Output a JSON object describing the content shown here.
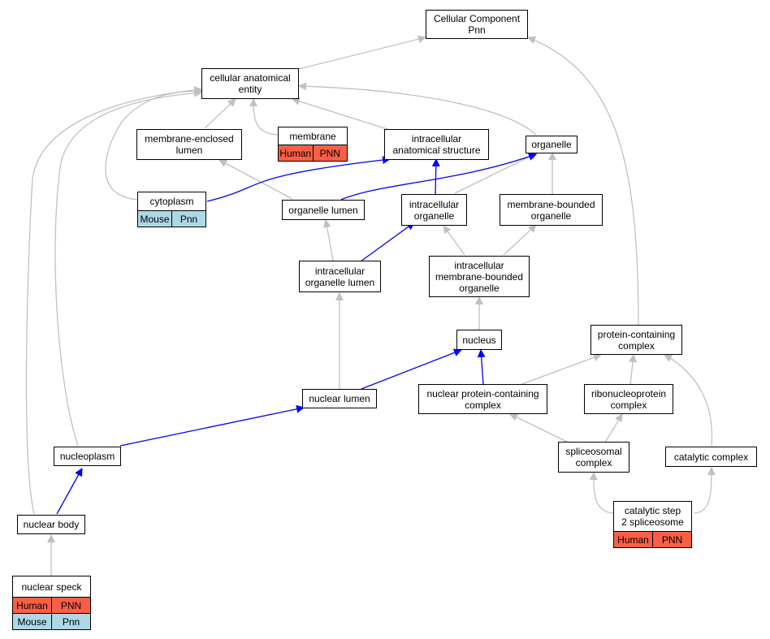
{
  "colors": {
    "edge_gray": "#c0c0c0",
    "edge_blue": "#0000ff",
    "human": "#fa5f46",
    "mouse": "#add8e6"
  },
  "nodes": {
    "cc_root": {
      "label": "Cellular Component\nPnn"
    },
    "cae": {
      "label": "cellular anatomical\nentity"
    },
    "mel": {
      "label": "membrane-enclosed\nlumen"
    },
    "membrane": {
      "label": "membrane",
      "human": [
        "Human",
        "PNN"
      ]
    },
    "ias": {
      "label": "intracellular\nanatomical structure"
    },
    "organelle": {
      "label": "organelle"
    },
    "cytoplasm": {
      "label": "cytoplasm",
      "mouse": [
        "Mouse",
        "Pnn"
      ]
    },
    "ol": {
      "label": "organelle lumen"
    },
    "io": {
      "label": "intracellular\norganelle"
    },
    "mbo": {
      "label": "membrane-bounded\norganelle"
    },
    "iol": {
      "label": "intracellular\norganelle lumen"
    },
    "imbo": {
      "label": "intracellular\nmembrane-bounded\norganelle"
    },
    "nucleus": {
      "label": "nucleus"
    },
    "pcc": {
      "label": "protein-containing\ncomplex"
    },
    "nl": {
      "label": "nuclear lumen"
    },
    "npcc": {
      "label": "nuclear protein-containing\ncomplex"
    },
    "rnp": {
      "label": "ribonucleoprotein\ncomplex"
    },
    "nucleoplasm": {
      "label": "nucleoplasm"
    },
    "spl": {
      "label": "spliceosomal\ncomplex"
    },
    "cat": {
      "label": "catalytic complex"
    },
    "nb": {
      "label": "nuclear body"
    },
    "cs2": {
      "label": "catalytic step\n2 spliceosome",
      "human": [
        "Human",
        "PNN"
      ]
    },
    "speck": {
      "label": "nuclear speck",
      "human": [
        "Human",
        "PNN"
      ],
      "mouse": [
        "Mouse",
        "Pnn"
      ]
    }
  }
}
